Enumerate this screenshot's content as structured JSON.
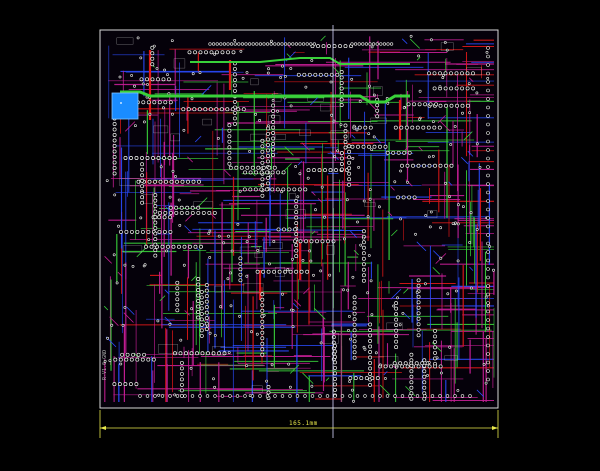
{
  "app": {
    "view": "PCB layout canvas"
  },
  "board": {
    "background": "#000000",
    "outline_color": "#d8d8d8",
    "layer_colors": {
      "top_copper": "#c81e96",
      "bottom_copper": "#2a4cff",
      "inner_green": "#39d13a",
      "inner_red": "#e01818",
      "silkscreen": "#e8e8e8",
      "pad_ring": "#f0f0f0",
      "dimension": "#e8e84a",
      "crosshair": "#d8d8ff",
      "highlight_block": "#1a8cff"
    }
  },
  "dimension": {
    "width_text": "165.1mm"
  },
  "side_label": {
    "text": "R-V1.0 GND"
  }
}
